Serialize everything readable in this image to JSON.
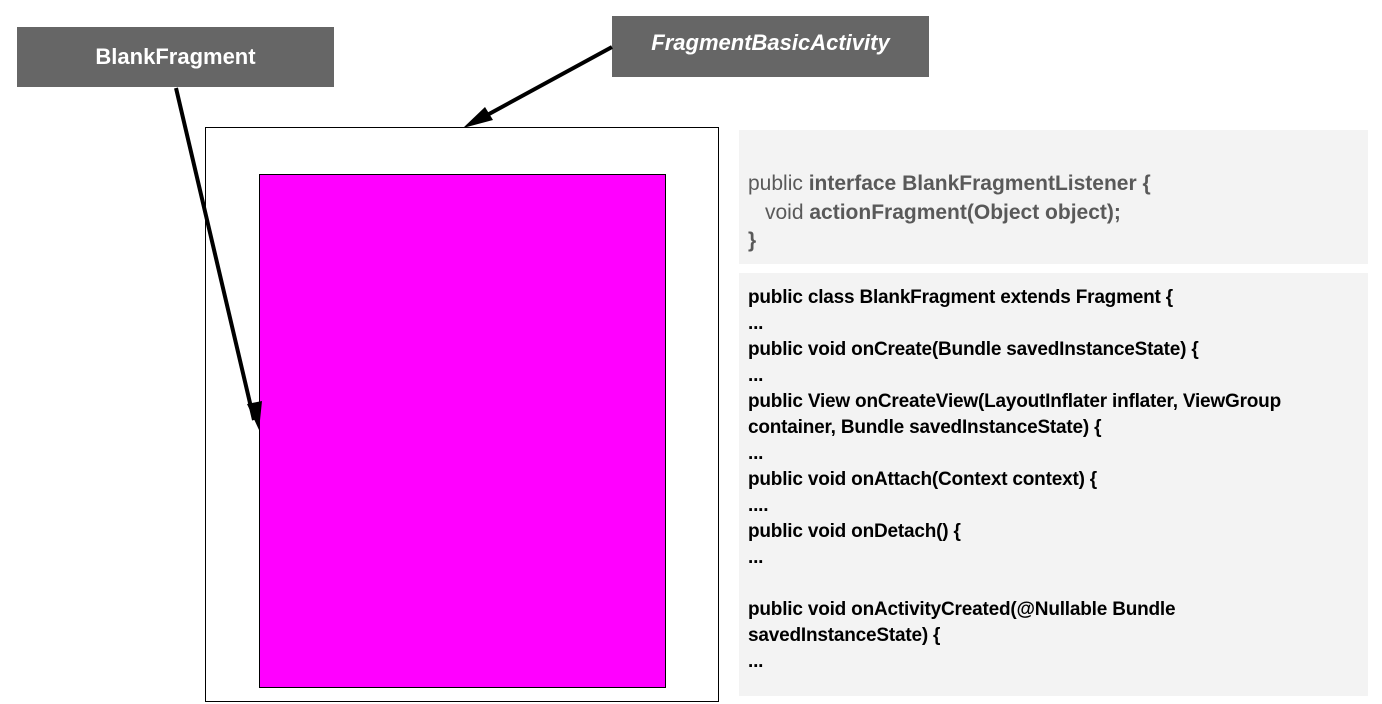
{
  "labels": {
    "fragment": "BlankFragment",
    "activity": "FragmentBasicActivity"
  },
  "colors": {
    "label_bg": "#666666",
    "fragment_fill": "#ff00ff",
    "code_bg": "#f3f3f3"
  },
  "interface_code": {
    "line1_kw": "public ",
    "line1_rest": "interface BlankFragmentListener {",
    "line2_kw": "void ",
    "line2_rest": "actionFragment(Object object);",
    "line3": "}"
  },
  "class_code": {
    "lines": [
      "public class BlankFragment extends Fragment {",
      "...",
      "public void onCreate(Bundle savedInstanceState) {",
      "...",
      "public View onCreateView(LayoutInflater inflater, ViewGroup",
      "container, Bundle savedInstanceState) {",
      "...",
      "public void onAttach(Context context) {",
      "....",
      "public void onDetach() {",
      "...",
      "",
      "public void onActivityCreated(@Nullable Bundle",
      "savedInstanceState) {",
      "..."
    ]
  }
}
